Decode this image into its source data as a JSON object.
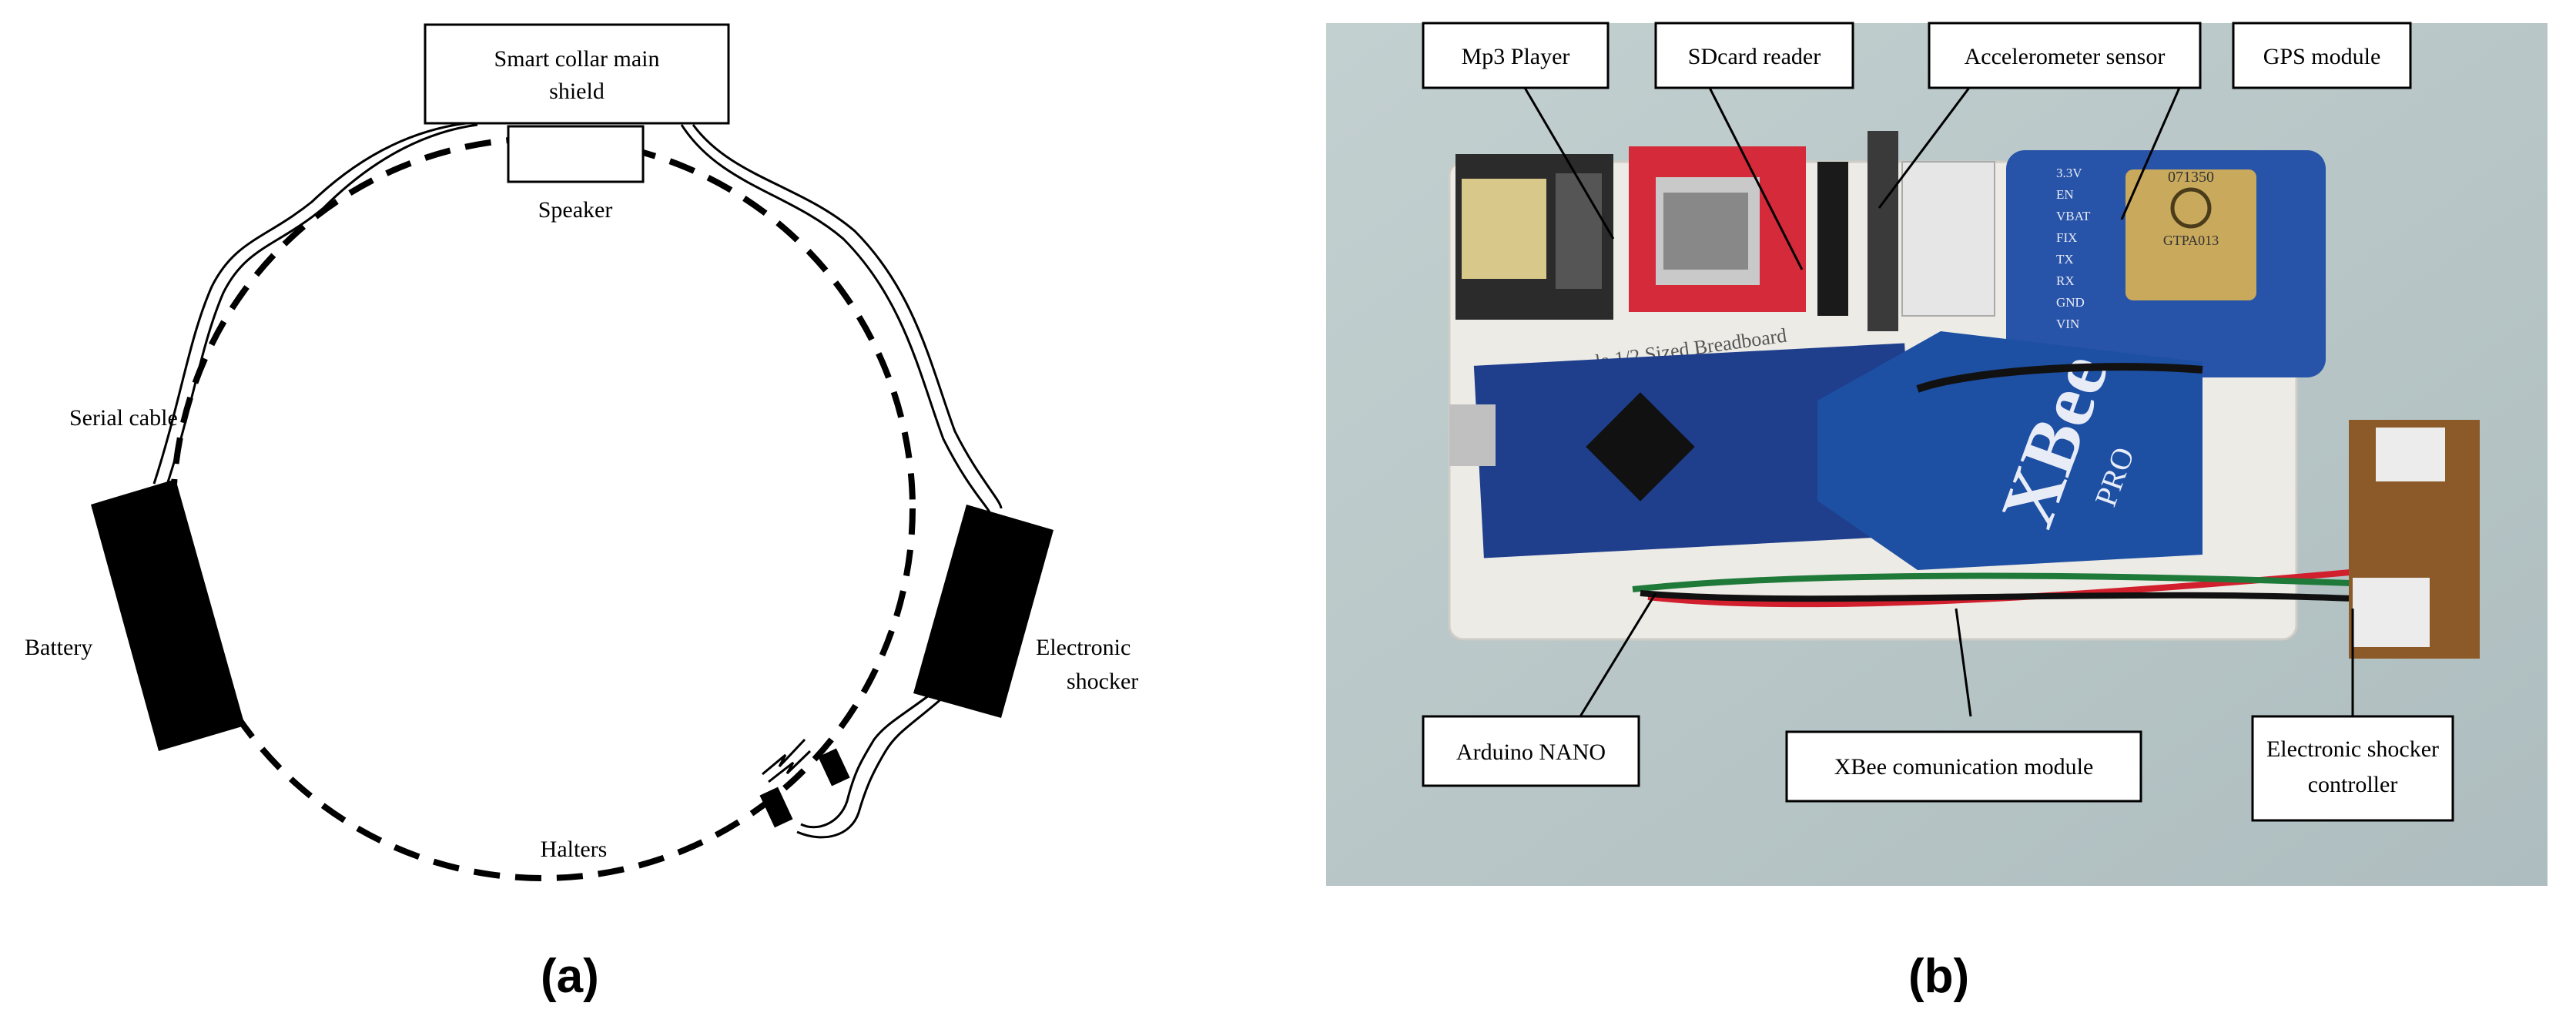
{
  "panel_a": {
    "caption": "(a)",
    "labels": {
      "main_shield_line1": "Smart collar main",
      "main_shield_line2": "shield",
      "speaker": "Speaker",
      "serial_cable": "Serial cable",
      "battery": "Battery",
      "shocker_line1": "Electronic",
      "shocker_line2": "shocker",
      "halters": "Halters"
    }
  },
  "panel_b": {
    "caption": "(b)",
    "labels": {
      "mp3": "Mp3 Player",
      "sdcard": "SDcard reader",
      "accel": "Accelerometer sensor",
      "gps": "GPS module",
      "arduino": "Arduino NANO",
      "xbee": "XBee comunication module",
      "shocker_ctrl_line1": "Electronic shocker",
      "shocker_ctrl_line2": "controller"
    },
    "board_marks": {
      "gps_chip": "071350",
      "gps_chip2": "GTPA013",
      "xbee_logo": "XBee",
      "xbee_pro": "PRO",
      "breadboard": "ola 1/2 Sized Breadboard",
      "gps_pins": [
        "3.3V",
        "EN",
        "VBAT",
        "FIX",
        "TX",
        "RX",
        "GND",
        "VIN"
      ]
    }
  },
  "colors": {
    "board_blue": "#1f3e8c",
    "photo_bg": "#b9c7c8",
    "sd_red": "#d42a3a",
    "proto_brown": "#8c5a28"
  }
}
